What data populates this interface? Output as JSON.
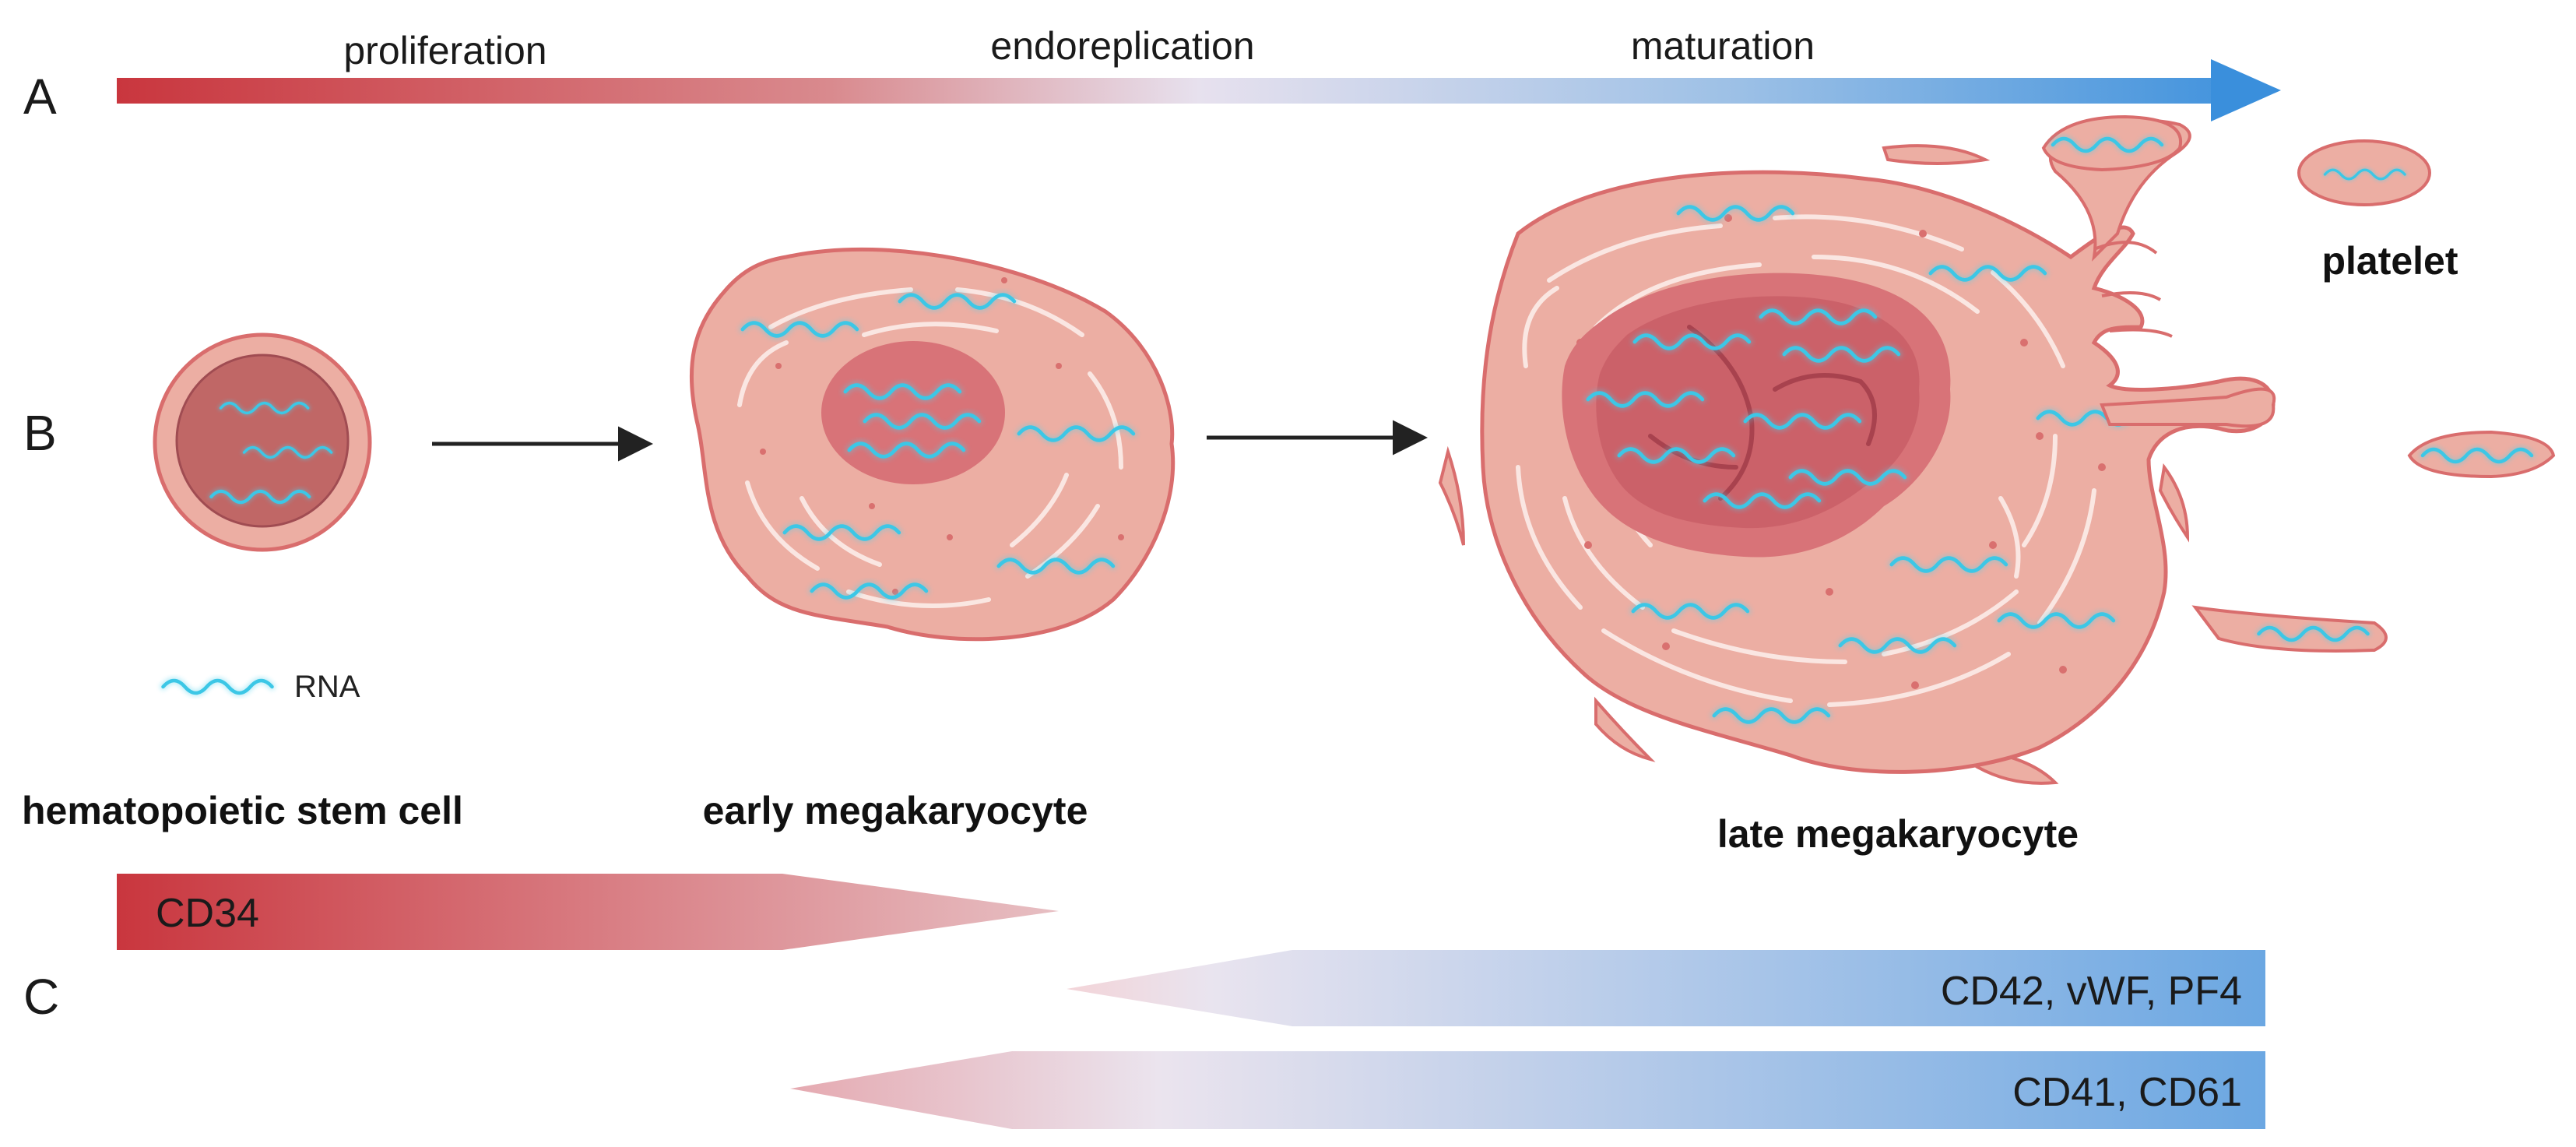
{
  "panels": {
    "a": "A",
    "b": "B",
    "c": "C"
  },
  "stages": [
    "proliferation",
    "endoreplication",
    "maturation"
  ],
  "cells": {
    "stem": "hematopoietic stem cell",
    "early": "early megakaryocyte",
    "late": "late megakaryocyte",
    "platelet": "platelet"
  },
  "legend": {
    "rna": "RNA"
  },
  "markers": {
    "cd34": "CD34",
    "cd42": "CD42, vWF, PF4",
    "cd41": "CD41, CD61"
  },
  "colors": {
    "red": "#c9363e",
    "blue": "#3a8fdc",
    "cell_fill": "#ecaea3",
    "cell_edge": "#d96d6d",
    "nucleus": "#d87378",
    "rna": "#4fd1ec"
  }
}
